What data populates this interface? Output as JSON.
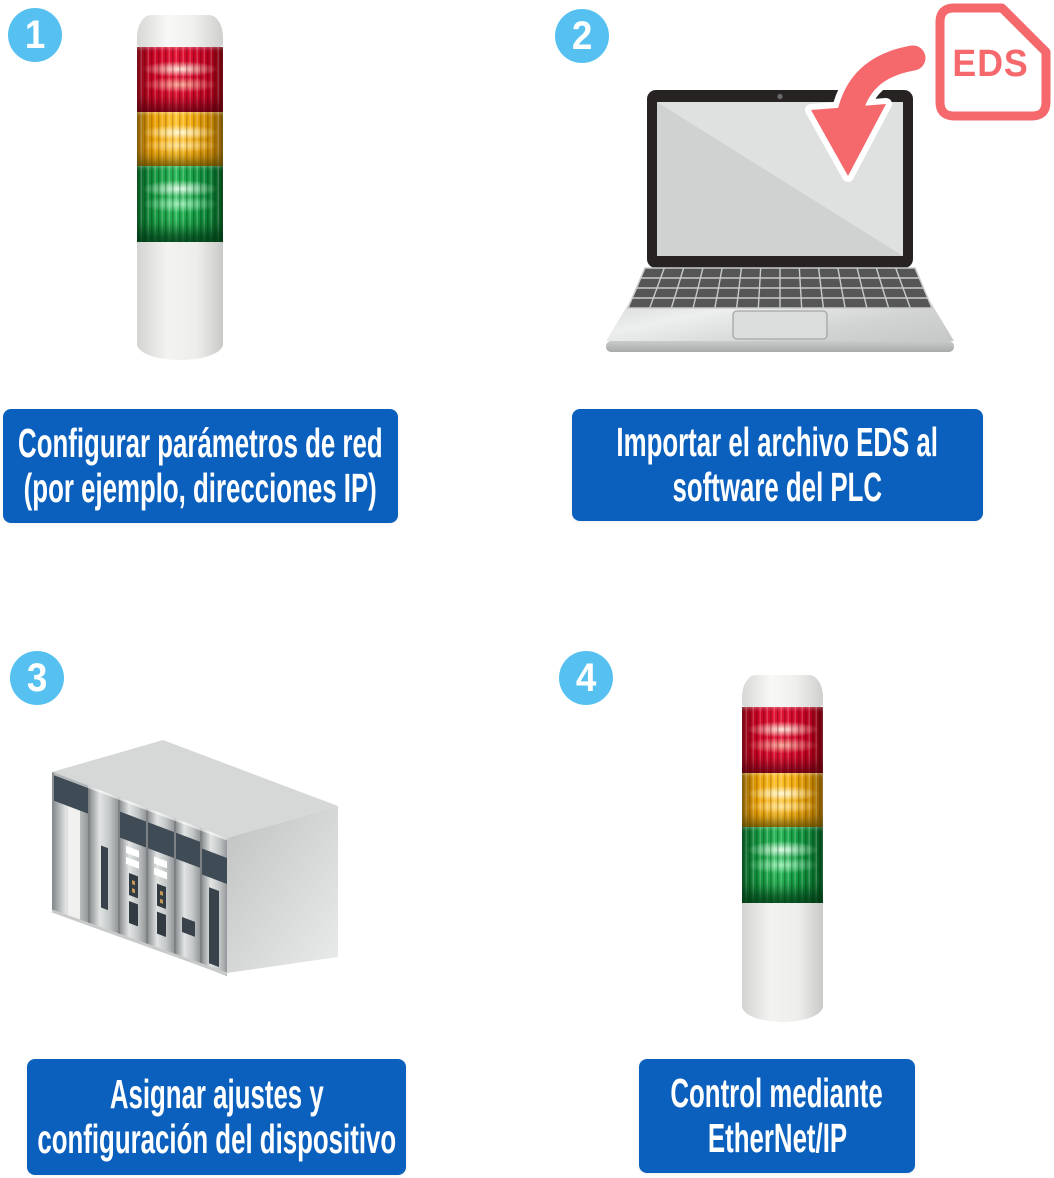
{
  "colors": {
    "step_badge_blue": "#56C1F1",
    "label_blue": "#0B60BD",
    "label_text": "#FFFFFF",
    "accent_coral": "#F5696D"
  },
  "steps": [
    {
      "number": "1",
      "illustration": "signal-tower",
      "label": {
        "lines": [
          "Configurar parámetros de red",
          "(por ejemplo, direcciones IP)"
        ]
      }
    },
    {
      "number": "2",
      "illustration": "laptop-with-eds-file",
      "file_badge": "EDS",
      "label": {
        "lines": [
          "Importar el archivo EDS al",
          "software del PLC"
        ]
      }
    },
    {
      "number": "3",
      "illustration": "plc-rack",
      "label": {
        "lines": [
          "Asignar ajustes y",
          "configuración del dispositivo"
        ]
      }
    },
    {
      "number": "4",
      "illustration": "signal-tower",
      "label": {
        "lines": [
          "Control mediante",
          "EtherNet/IP"
        ]
      }
    }
  ]
}
